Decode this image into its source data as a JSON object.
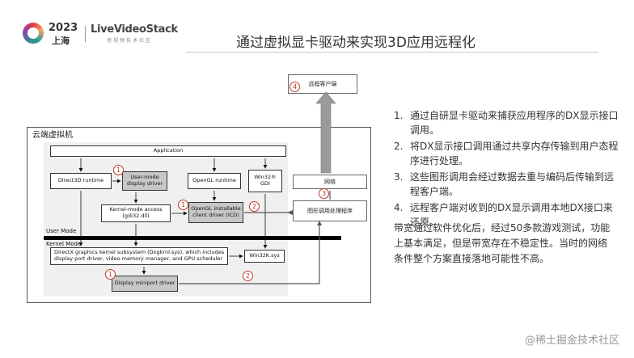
{
  "header": {
    "year": "2023",
    "city": "上海",
    "brand": "LiveVideoStack",
    "brand_sub": "音视频技术社区",
    "title": "通过虚拟显卡驱动来实现3D应用远程化"
  },
  "diagram": {
    "container_label": "云端虚拟机",
    "application": "Application",
    "direct3d_runtime": "Direct3D runtime",
    "umd": "User-mode display driver",
    "opengl_runtime": "OpenGL runtime",
    "win32_gdi": "Win32® GDI",
    "kernel_access": "Kernel-mode access (gdi32.dll)",
    "icd": "OpenGL installable client driver (ICD)",
    "user_mode": "User Mode",
    "kernel_mode": "Kernel Mode",
    "dxgkrnl": "DirectX graphics kernel subsystem (Dxgkrnl.sys), which includes display port driver, video memory manager, and GPU scheduler",
    "win32k": "Win32K.sys",
    "miniport": "Display miniport driver",
    "network": "网络",
    "processor": "图形调用处理程序",
    "remote_client": "远程客户端",
    "markers": {
      "m1": "1",
      "m2": "2",
      "m3": "3",
      "m4": "4"
    }
  },
  "steps": [
    {
      "num": "1.",
      "text": "通过自研显卡驱动来捕获应用程序的DX显示接口调用。"
    },
    {
      "num": "2.",
      "text": "将DX显示接口调用通过共享内存传输到用户态程序进行处理。"
    },
    {
      "num": "3.",
      "text": "这些图形调用会经过数据去重与编码后传输到远程客户端。"
    },
    {
      "num": "4.",
      "text": "远程客户端对收到的DX显示调用本地DX接口来还原。"
    }
  ],
  "note": "带宽通过软件优化后，经过50多款游戏测试，功能上基本满足，但是带宽存在不稳定性。当时的网络条件整个方案直接落地可能性不高。",
  "watermark": "@稀土掘金技术社区",
  "colors": {
    "marker": "#c0392b",
    "arrow_gray": "#9a9a9a"
  }
}
